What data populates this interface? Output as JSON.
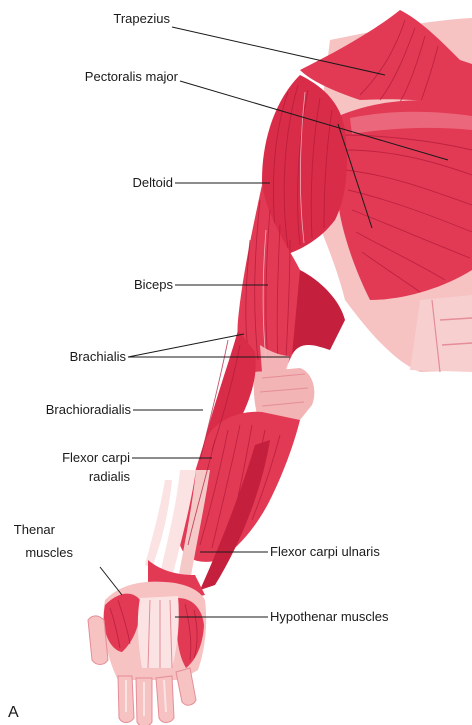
{
  "labels": {
    "trapezius": "Trapezius",
    "pectoralis_major": "Pectoralis major",
    "deltoid": "Deltoid",
    "biceps": "Biceps",
    "brachialis": "Brachialis",
    "brachioradialis": "Brachioradialis",
    "flexor_carpi_radialis_line1": "Flexor carpi",
    "flexor_carpi_radialis_line2": "radialis",
    "thenar_line1": "Thenar",
    "thenar_line2": "muscles",
    "flexor_carpi_ulnaris": "Flexor carpi ulnaris",
    "hypothenar": "Hypothenar muscles"
  },
  "panel_letter": "A",
  "colors": {
    "muscle": "#e23a55",
    "muscle_dark": "#c41f3c",
    "muscle_light": "#f07a8c",
    "skin": "#f6c2c2",
    "tendon": "#fbe3e3",
    "line": "#1a1a1a"
  }
}
